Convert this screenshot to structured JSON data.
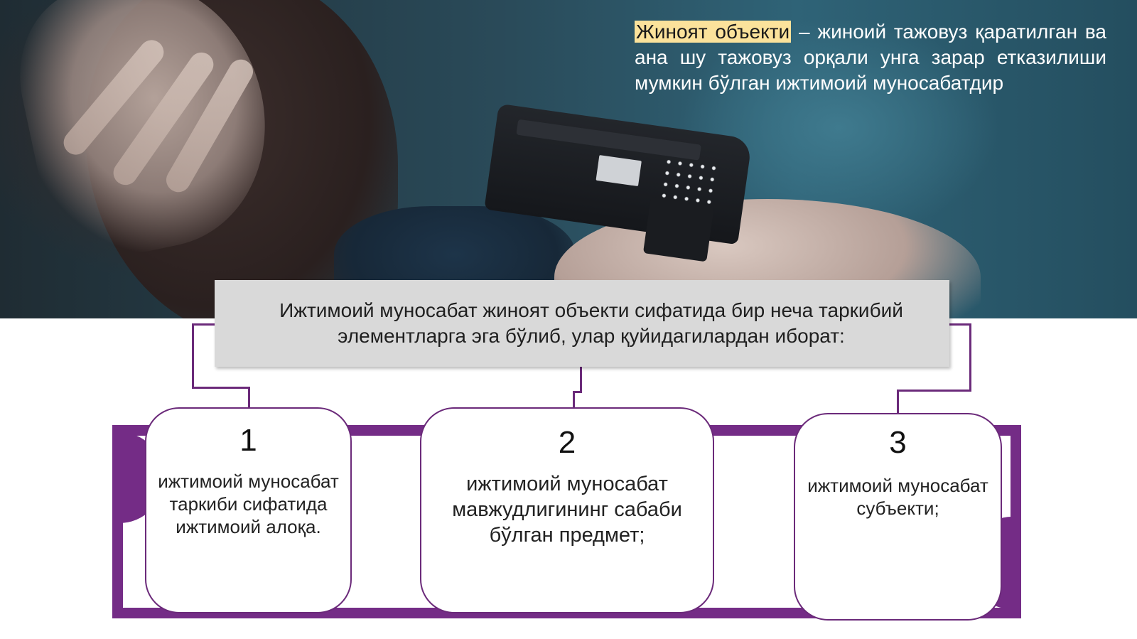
{
  "definition": {
    "term": "Жиноят объекти",
    "rest": " – жиноий тажовуз қаратилган ва ана шу тажовуз орқали унга зарар етказилиши мумкин бўлган ижтимоий муносабатдир"
  },
  "intro": "Ижтимоий муносабат жиноят объекти сифатида бир неча таркибий элементларга эга бўлиб, улар қуйидагилардан иборат:",
  "cards": [
    {
      "num": "1",
      "text": "ижтимоий муносабат таркиби сифатида ижтимоий алоқа."
    },
    {
      "num": "2",
      "text": "ижтимоий муносабат мавжудлигининг сабаби бўлган предмет;"
    },
    {
      "num": "3",
      "text": "ижтимоий муносабат субъекти;"
    }
  ],
  "colors": {
    "accent": "#742c86",
    "box": "#d9d9d9",
    "highlight": "#fbe29b"
  }
}
